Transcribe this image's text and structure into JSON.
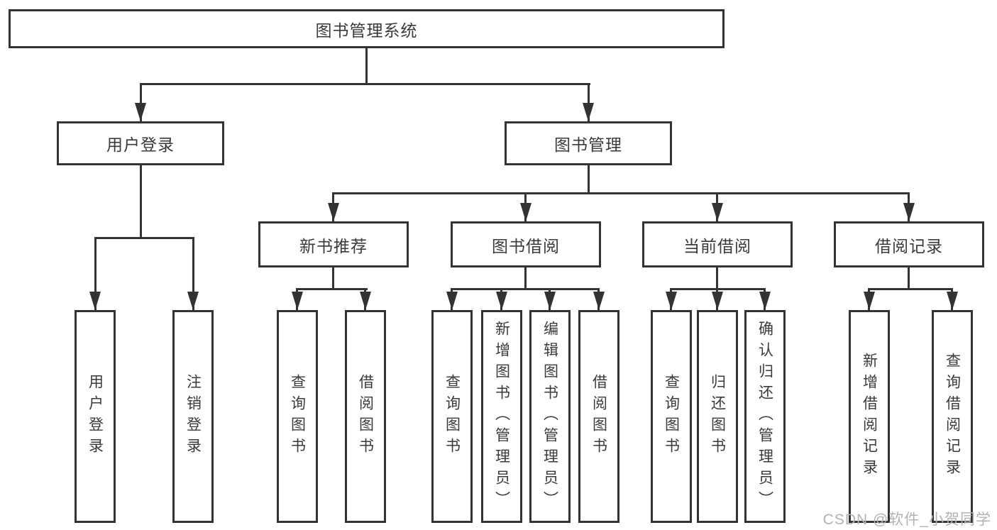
{
  "tree": {
    "root": "图书管理系统",
    "branches": [
      {
        "label": "用户登录",
        "children": [
          "用户登录",
          "注销登录"
        ]
      },
      {
        "label": "图书管理",
        "groups": [
          {
            "label": "新书推荐",
            "children": [
              "查询图书",
              "借阅图书"
            ]
          },
          {
            "label": "图书借阅",
            "children": [
              "查询图书",
              "新增图书（管理员）",
              "编辑图书（管理员）",
              "借阅图书"
            ]
          },
          {
            "label": "当前借阅",
            "children": [
              "查询图书",
              "归还图书",
              "确认归还（管理员）"
            ]
          },
          {
            "label": "借阅记录",
            "children": [
              "新增借阅记录",
              "查询借阅记录"
            ]
          }
        ]
      }
    ]
  },
  "watermark": "CSDN @软件_小贺同学",
  "colors": {
    "line": "#333333",
    "text": "#3a3a3a",
    "box_background": "#ffffff",
    "watermark": "#b3b3b3"
  }
}
